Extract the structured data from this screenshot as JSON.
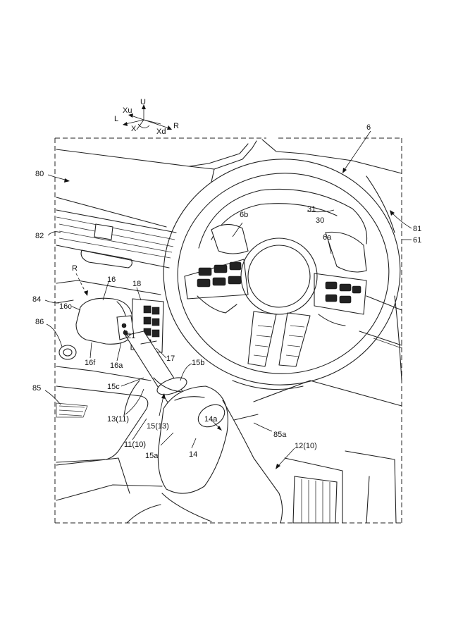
{
  "axes": {
    "up": "U",
    "up_left": "Xu",
    "left": "L",
    "x": "X",
    "down_right": "Xd",
    "right": "R"
  },
  "labels": {
    "l6": "6",
    "l80": "80",
    "l81": "81",
    "l61": "61",
    "l82": "82",
    "l6b": "6b",
    "l31": "31",
    "l30": "30",
    "l6a": "6a",
    "lR": "R",
    "l16": "16",
    "l18": "18",
    "l84": "84",
    "l16c": "16c",
    "l86": "86",
    "l21": "21",
    "l17": "17",
    "l15b": "15b",
    "l16f": "16f",
    "l16a": "16a",
    "l85": "85",
    "l15c": "15c",
    "l13_11": "13(11)",
    "l15_13": "15(13)",
    "l14a": "14a",
    "l85a": "85a",
    "l11_10": "11(10)",
    "l12_10": "12(10)",
    "l15a": "15a",
    "l14": "14"
  }
}
